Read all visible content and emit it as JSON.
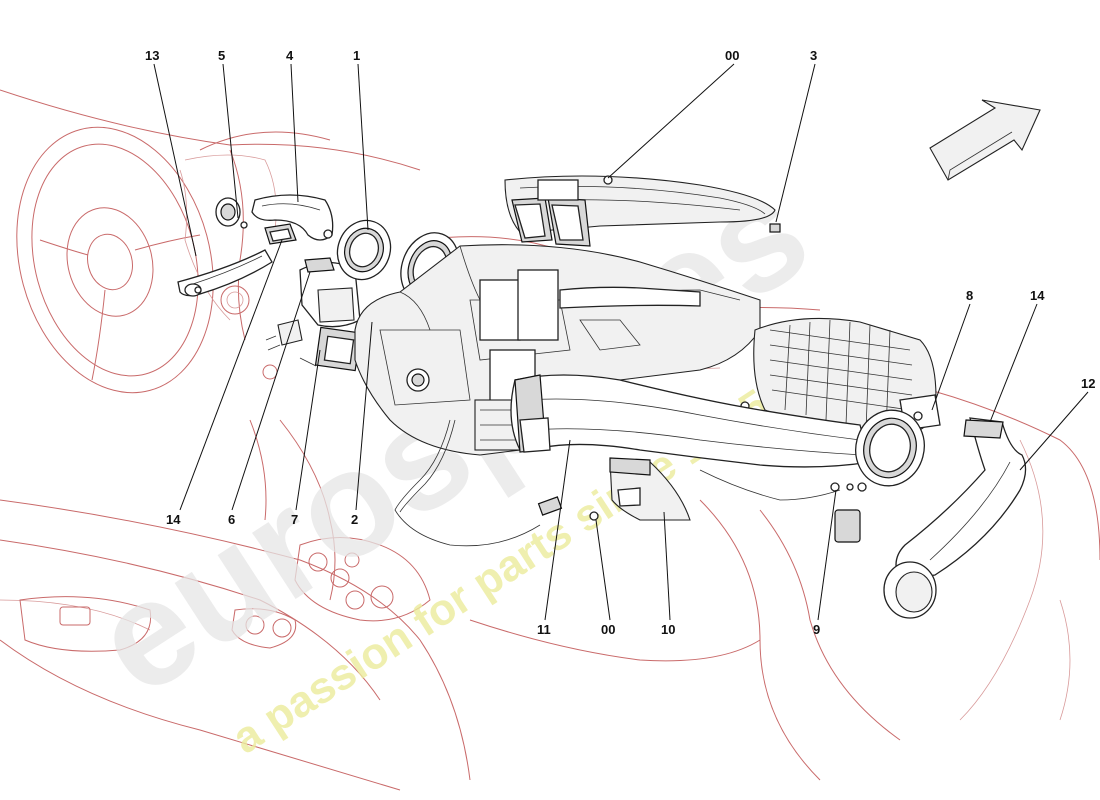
{
  "callouts": [
    {
      "id": "c13",
      "label": "13"
    },
    {
      "id": "c5",
      "label": "5"
    },
    {
      "id": "c4",
      "label": "4"
    },
    {
      "id": "c1",
      "label": "1"
    },
    {
      "id": "c00a",
      "label": "00"
    },
    {
      "id": "c3",
      "label": "3"
    },
    {
      "id": "c8",
      "label": "8"
    },
    {
      "id": "c14a",
      "label": "14"
    },
    {
      "id": "c12",
      "label": "12"
    },
    {
      "id": "c14b",
      "label": "14"
    },
    {
      "id": "c6",
      "label": "6"
    },
    {
      "id": "c7",
      "label": "7"
    },
    {
      "id": "c2",
      "label": "2"
    },
    {
      "id": "c11",
      "label": "11"
    },
    {
      "id": "c00b",
      "label": "00"
    },
    {
      "id": "c10",
      "label": "10"
    },
    {
      "id": "c9",
      "label": "9"
    }
  ],
  "watermark": {
    "brand": "eurospares",
    "tagline": "a passion for parts since 1985"
  },
  "colors": {
    "line_art": "#222222",
    "background_car": "#c96a6a",
    "watermark_brand": "#e6e6e6",
    "watermark_tagline": "#ecec9c"
  }
}
